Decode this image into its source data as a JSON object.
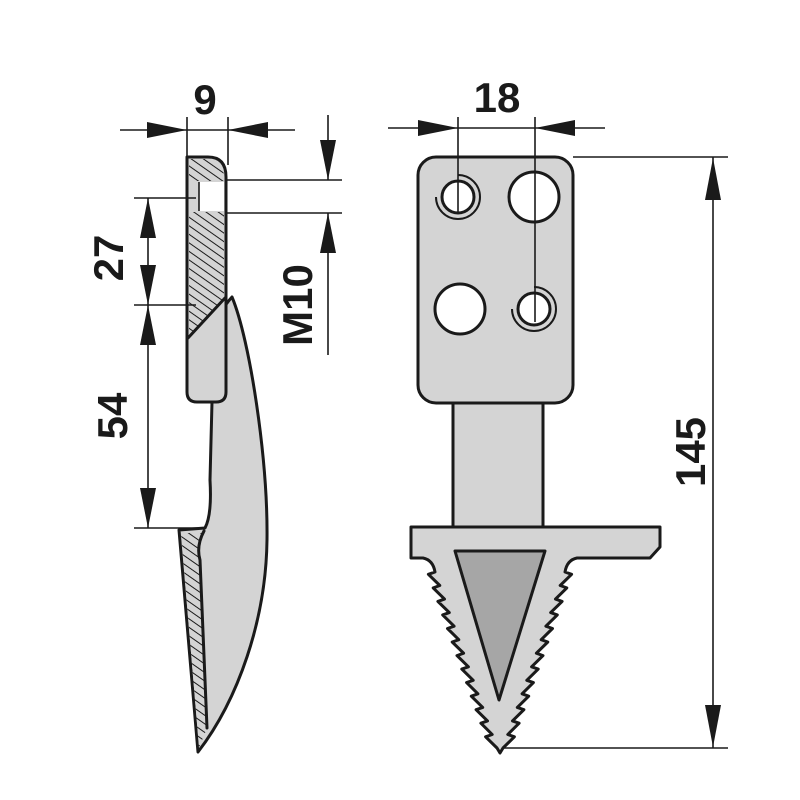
{
  "side_view": {
    "thickness_dim": "9",
    "upper_dim": "27",
    "lower_dim": "54",
    "thread_dim": "M10"
  },
  "front_view": {
    "hole_pitch_dim": "18",
    "overall_height_dim": "145"
  },
  "colors": {
    "part_fill": "#d4d4d4",
    "face_fill": "#a6a6a6",
    "line": "#1a1a1a",
    "background": "#ffffff"
  }
}
